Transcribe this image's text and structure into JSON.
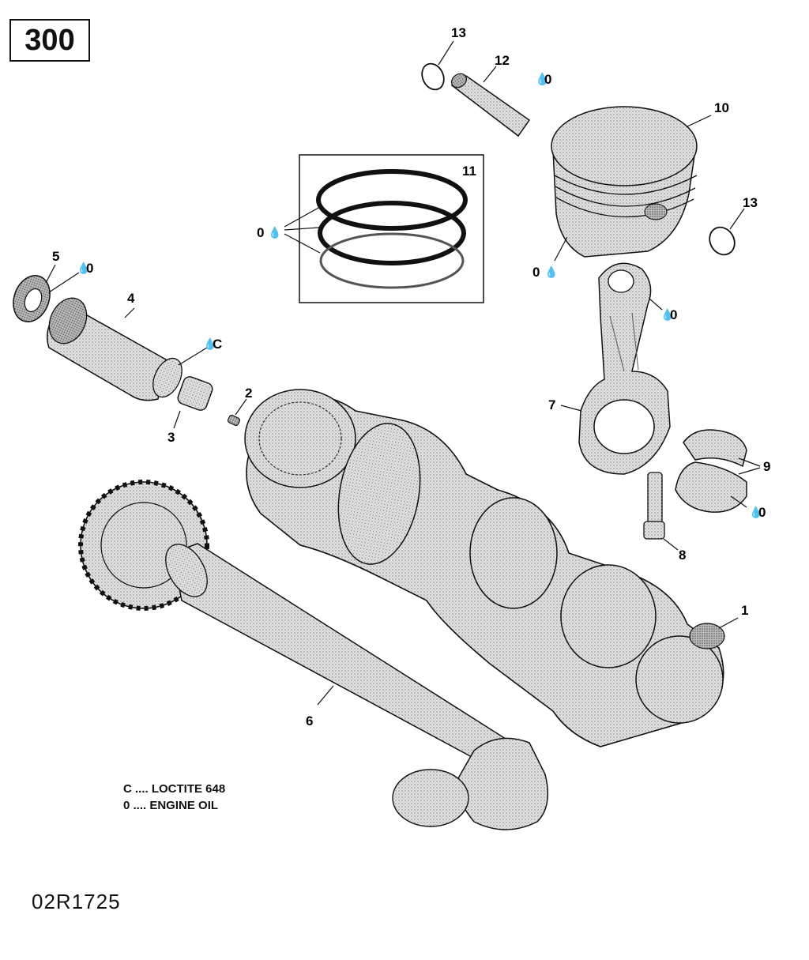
{
  "page_number": "300",
  "diagram_id": "02R1725",
  "legend": [
    {
      "code": "C",
      "text": "C .... LOCTITE 648"
    },
    {
      "code": "O",
      "text": "0 .... ENGINE OIL"
    }
  ],
  "callouts": {
    "c1": "1",
    "c2": "2",
    "c3": "3",
    "c4": "4",
    "c5": "5",
    "c6": "6",
    "c7": "7",
    "c8": "8",
    "c9": "9",
    "c10": "10",
    "c11": "11",
    "c12": "12",
    "c13a": "13",
    "c13b": "13"
  },
  "lube_marks": {
    "oil": "0",
    "loctite": "C"
  },
  "colors": {
    "line": "#111111",
    "part_fill": "#d9d9d9",
    "part_shade": "#a8a8a8",
    "background": "#ffffff"
  }
}
